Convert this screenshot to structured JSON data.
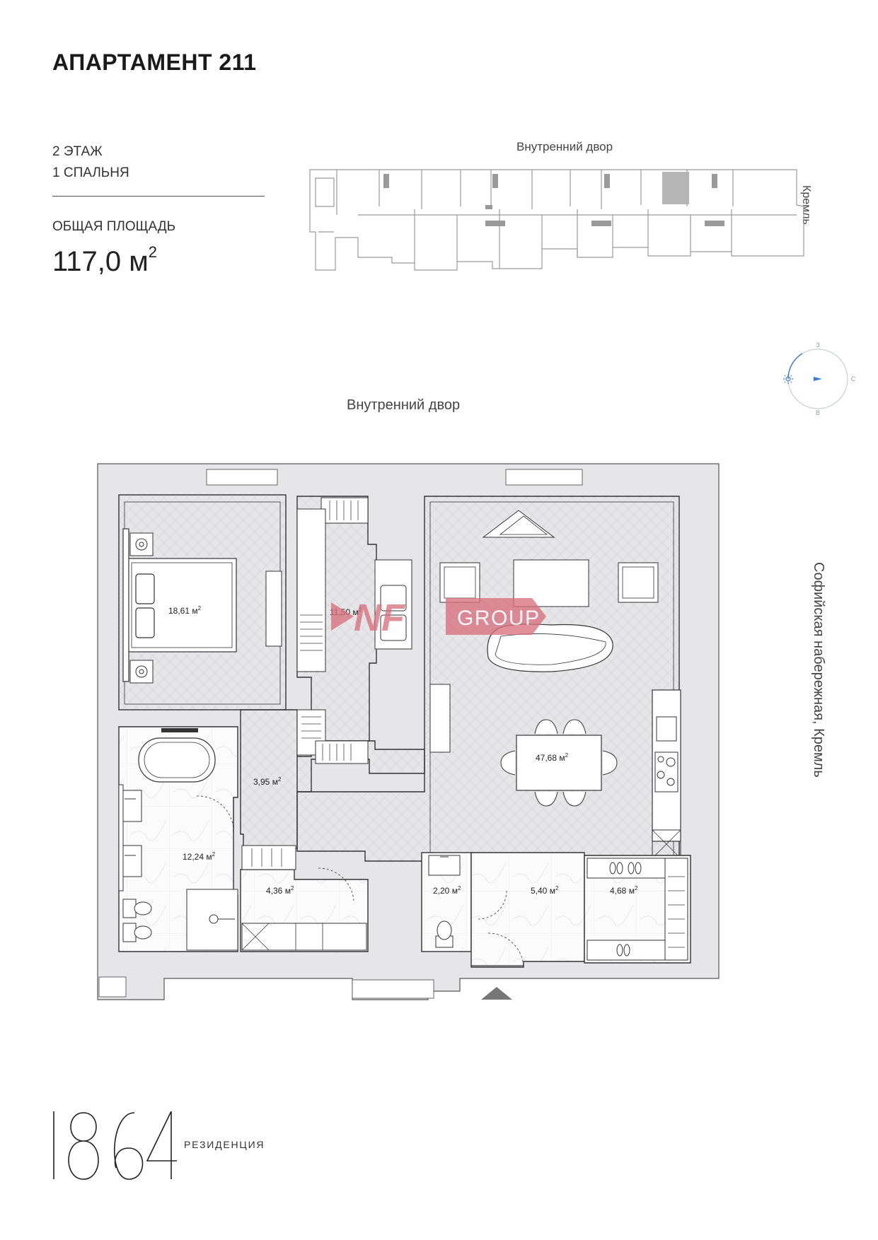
{
  "header": {
    "title": "АПАРТАМЕНТ 211",
    "floor": "2 ЭТАЖ",
    "bedrooms": "1 СПАЛЬНЯ",
    "area_label": "ОБЩАЯ ПЛОЩАДЬ",
    "area_value": "117,0 м",
    "area_sup": "2"
  },
  "keyplan": {
    "courtyard_label": "Внутренний двор",
    "kremlin_label": "Кремль"
  },
  "compass": {
    "north": "З",
    "east": "С",
    "south": "В",
    "west_icon": "sun-icon"
  },
  "plan": {
    "courtyard_label": "Внутренний двор",
    "embankment_label": "Софийская набережная, Кремль",
    "rooms": [
      {
        "name": "bedroom",
        "area": "18,61 м",
        "sup": "2"
      },
      {
        "name": "wardrobe",
        "area": "11,50 м",
        "sup": "2"
      },
      {
        "name": "living",
        "area": "47,68 м",
        "sup": "2"
      },
      {
        "name": "hall",
        "area": "3,95 м",
        "sup": "2"
      },
      {
        "name": "bathroom",
        "area": "12,24 м",
        "sup": "2"
      },
      {
        "name": "laundry",
        "area": "4,36 м",
        "sup": "2"
      },
      {
        "name": "wc",
        "area": "2,20 м",
        "sup": "2"
      },
      {
        "name": "entrance",
        "area": "5,40 м",
        "sup": "2"
      },
      {
        "name": "closet",
        "area": "4,68 м",
        "sup": "2"
      }
    ]
  },
  "watermark": {
    "mark": "NF",
    "text": "GROUP"
  },
  "brand": {
    "numerals": "1864",
    "word": "РЕЗИДЕНЦИЯ"
  },
  "colors": {
    "wall": "#e6e6e8",
    "line": "#333333",
    "watermark": "#d9707e",
    "compass": "#3a7bd5"
  }
}
